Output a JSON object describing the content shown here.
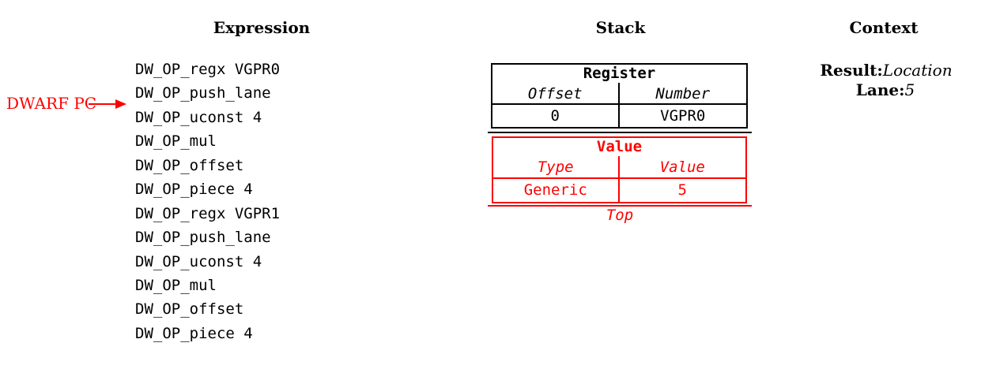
{
  "headers": {
    "expression": "Expression",
    "stack": "Stack",
    "context": "Context"
  },
  "annotation": {
    "label": "DWARF PC",
    "points_to_item_index": 2
  },
  "expression": {
    "items": [
      "DW_OP_regx VGPR0",
      "DW_OP_push_lane",
      "DW_OP_uconst 4",
      "DW_OP_mul",
      "DW_OP_offset",
      "DW_OP_piece 4",
      "DW_OP_regx VGPR1",
      "DW_OP_push_lane",
      "DW_OP_uconst 4",
      "DW_OP_mul",
      "DW_OP_offset",
      "DW_OP_piece 4"
    ]
  },
  "stack": {
    "entries": [
      {
        "title": "Register",
        "columns": [
          "Offset",
          "Number"
        ],
        "row": [
          "0",
          "VGPR0"
        ],
        "color": "#000000"
      },
      {
        "title": "Value",
        "columns": [
          "Type",
          "Value"
        ],
        "row": [
          "Generic",
          "5"
        ],
        "color": "#ff0000"
      }
    ],
    "top_label": "Top"
  },
  "context": {
    "result_label": "Result:",
    "result_value": "Location",
    "lane_label": "Lane:",
    "lane_value": "5"
  },
  "colors": {
    "red_accent": "#ff0000",
    "black": "#000000",
    "background": "#ffffff"
  }
}
